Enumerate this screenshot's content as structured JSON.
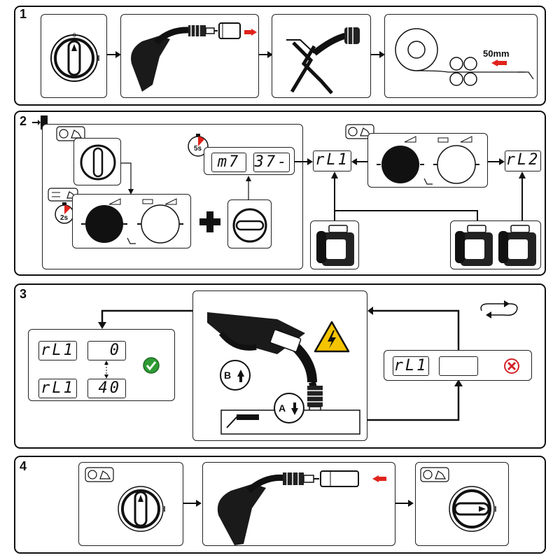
{
  "steps": [
    {
      "number": "1"
    },
    {
      "number": "2"
    },
    {
      "number": "3"
    },
    {
      "number": "4"
    }
  ],
  "step1": {
    "length_label": "50mm"
  },
  "step2": {
    "timer_long": "5s",
    "timer_short": "2s",
    "display_left": "m7",
    "display_right": "37-",
    "display_rl1": "rL1",
    "display_rl2": "rL2"
  },
  "step3": {
    "before": {
      "label": "rL1",
      "value": "0"
    },
    "after": {
      "label": "rL1",
      "value": "40"
    },
    "idle": {
      "label": "rL1",
      "value": ""
    },
    "button_b": "B",
    "button_a": "A"
  },
  "colors": {
    "arrow_red": "#e0231c",
    "ok_green": "#2e9b35",
    "error_red": "#d3232a",
    "warning_yellow": "#f5c400"
  }
}
